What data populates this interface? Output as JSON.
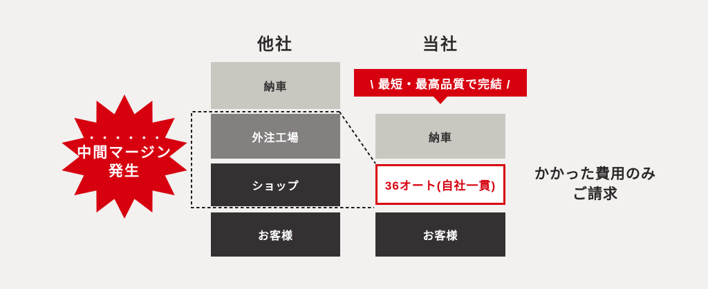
{
  "colors": {
    "red": "#d7000f",
    "box_light": "#cac7c1",
    "box_mid": "#848080",
    "box_dark": "#353132",
    "bg": "#f2f1ef",
    "text_dark": "#2e2a2b"
  },
  "headers": {
    "others": "他社",
    "ours": "当社"
  },
  "others_column": {
    "boxes": [
      "納車",
      "外注工場",
      "ショップ",
      "お客様"
    ]
  },
  "ours_column": {
    "callout": "\\ 最短・最高品質で完結 /",
    "boxes": [
      "納車",
      "36オート(自社一貫)",
      "お客様"
    ]
  },
  "badge": {
    "dots": "••••••",
    "line1": "中間マージン",
    "line2": "発生"
  },
  "note": {
    "line1": "かかった費用のみ",
    "line2": "ご請求"
  }
}
